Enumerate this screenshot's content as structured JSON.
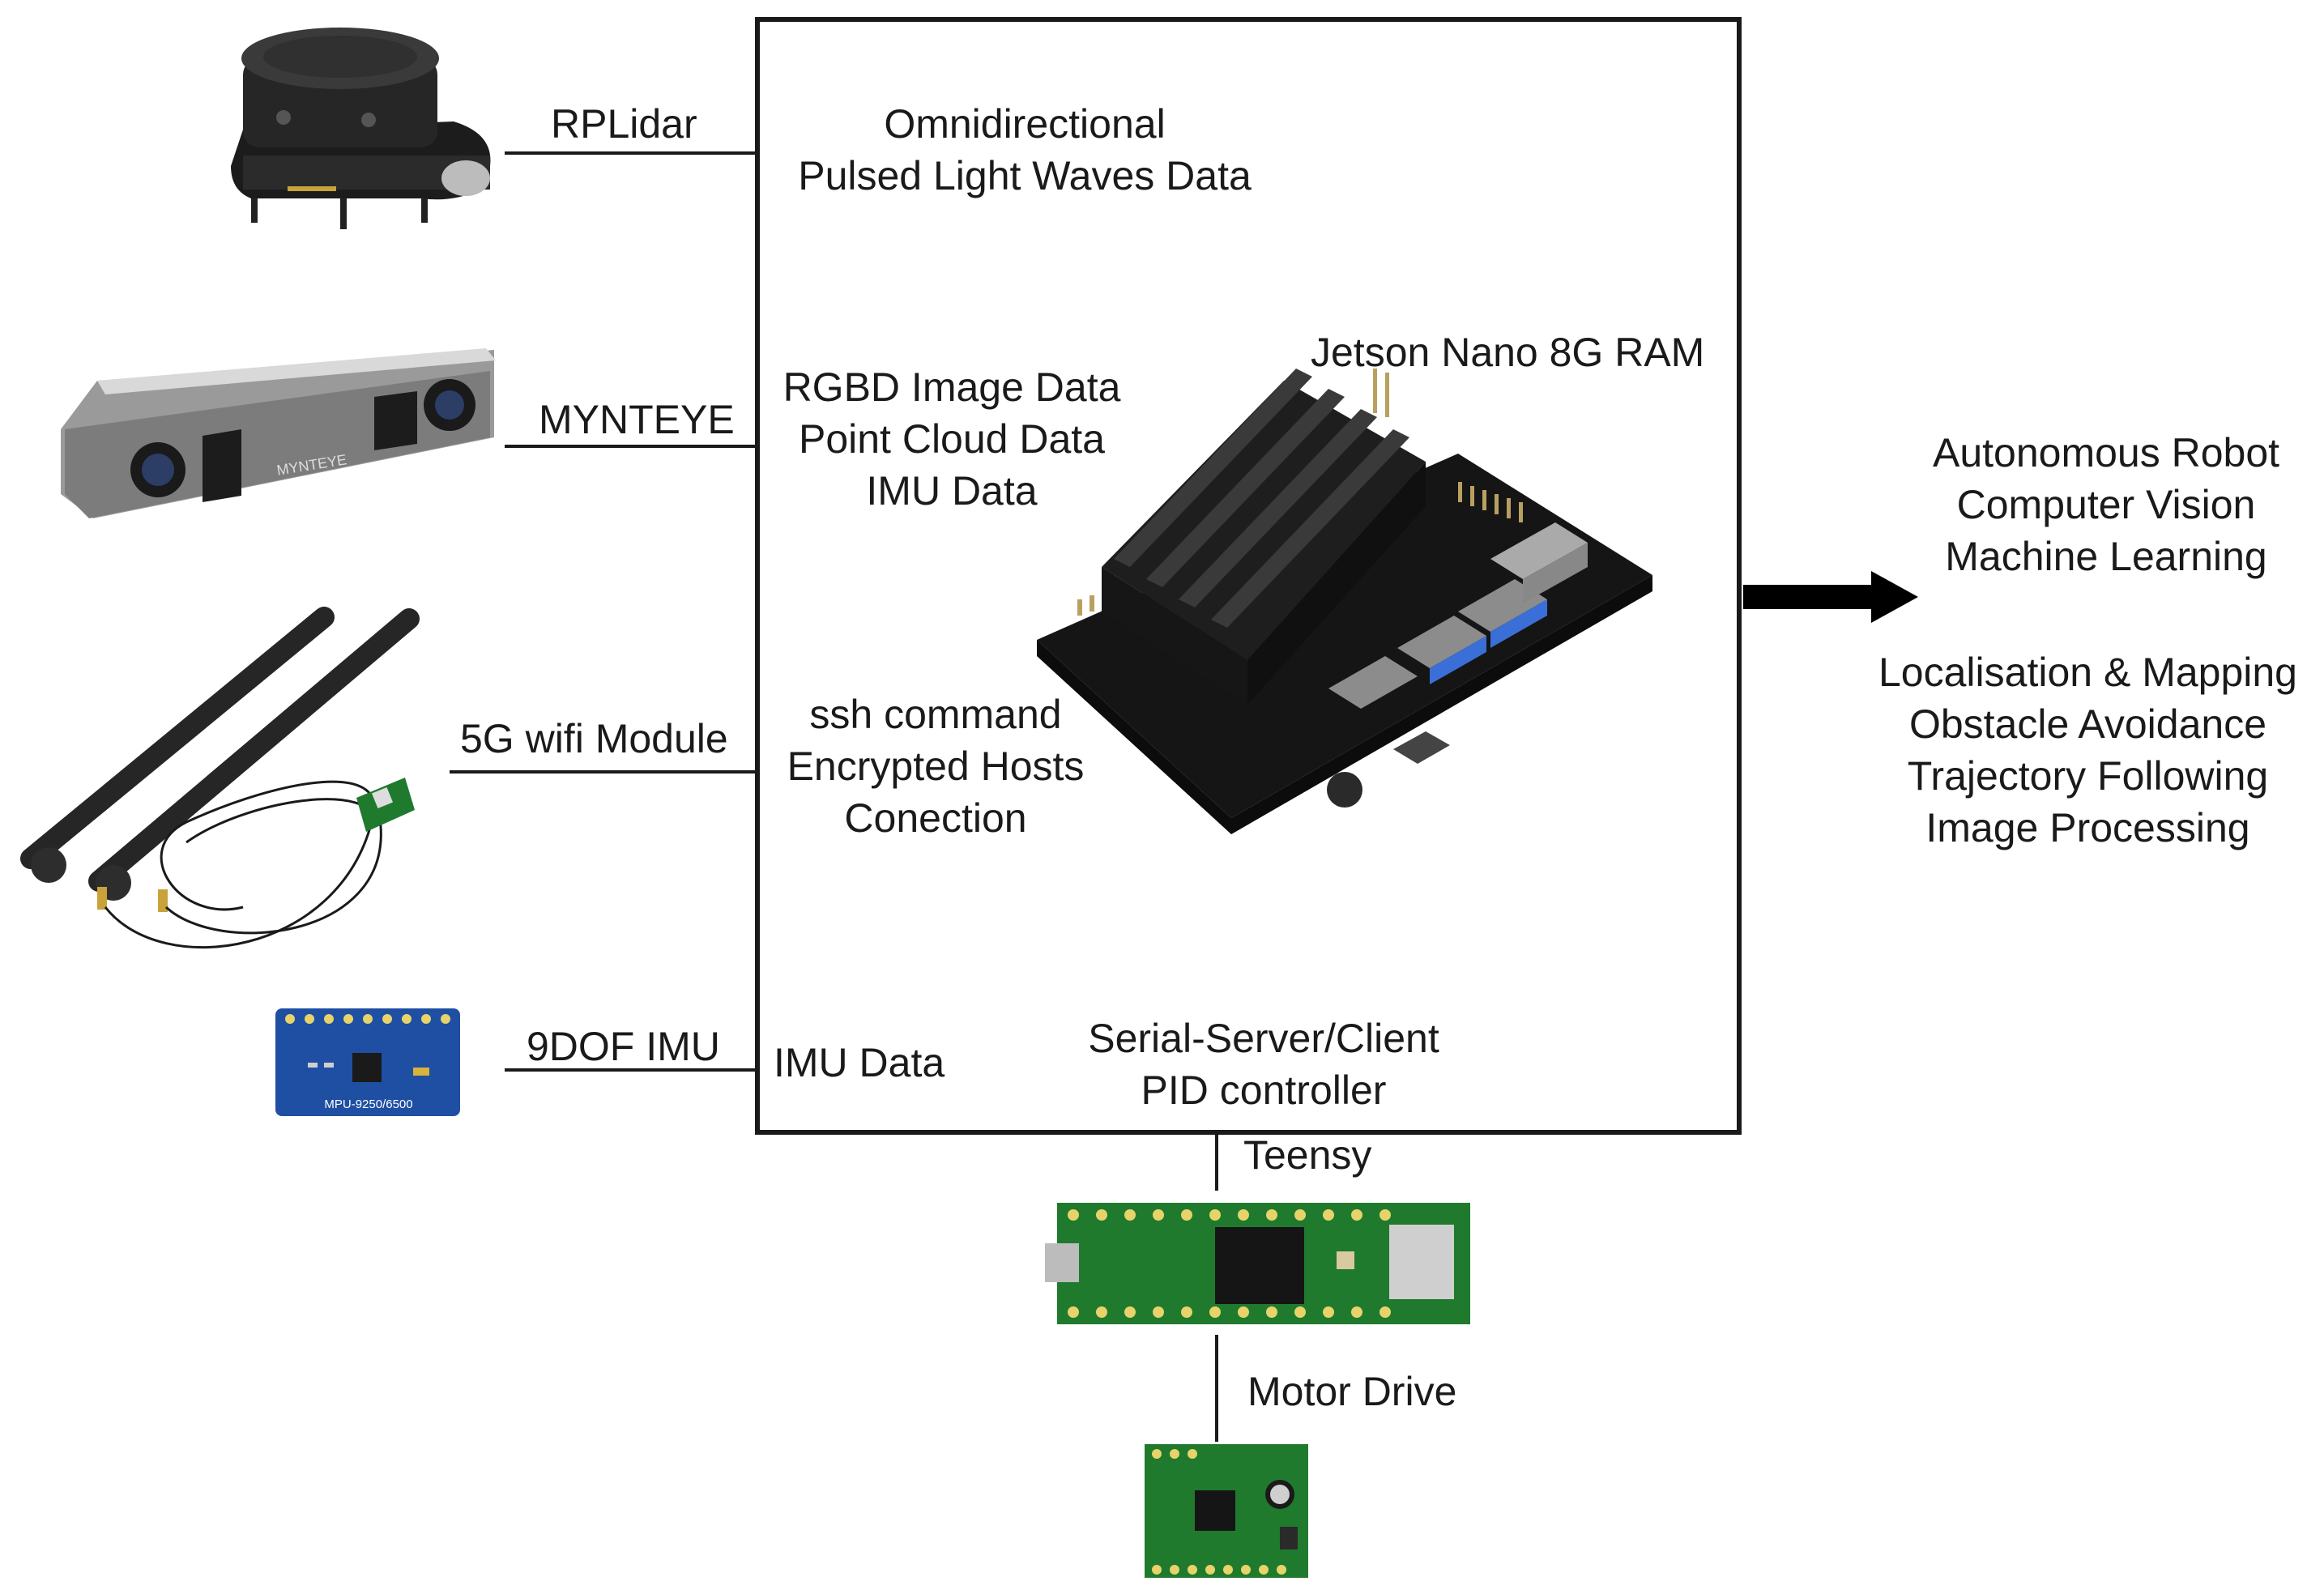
{
  "devices": {
    "rplidar": {
      "label": "RPLidar",
      "icon": "lidar-sensor-icon"
    },
    "mynteye": {
      "label": "MYNTEYE",
      "icon": "stereo-camera-icon"
    },
    "wifi": {
      "label": "5G wifi Module",
      "icon": "wifi-antenna-icon"
    },
    "imu": {
      "label": "9DOF IMU",
      "icon": "imu-board-icon",
      "chip_text": "MPU-9250/6500"
    },
    "mynteye_logo": "MYNTEYE"
  },
  "jetson": {
    "label": "Jetson Nano 8G RAM",
    "icon": "jetson-nano-board-icon",
    "lidar_data": [
      "Omnidirectional",
      "Pulsed Light Waves Data"
    ],
    "camera_data": [
      "RGBD Image Data",
      "Point Cloud Data",
      "IMU Data"
    ],
    "ssh_data": [
      "ssh command",
      "Encrypted Hosts",
      "Conection"
    ],
    "imu_data": "IMU Data",
    "serial_data": [
      "Serial-Server/Client",
      "PID controller"
    ]
  },
  "teensy": {
    "label": "Teensy",
    "icon": "teensy-board-icon"
  },
  "motor": {
    "label": "Motor Drive",
    "icon": "motor-driver-board-icon"
  },
  "outputs": {
    "group1": [
      "Autonomous Robot",
      "Computer Vision",
      "Machine Learning"
    ],
    "group2": [
      "Localisation & Mapping",
      "Obstacle Avoidance",
      "Trajectory Following",
      "Image Processing"
    ]
  },
  "colors": {
    "line": "#1a1a1a",
    "pcb_green": "#1f7a2e",
    "imu_blue": "#1f4fa3",
    "heatsink": "#222222"
  }
}
